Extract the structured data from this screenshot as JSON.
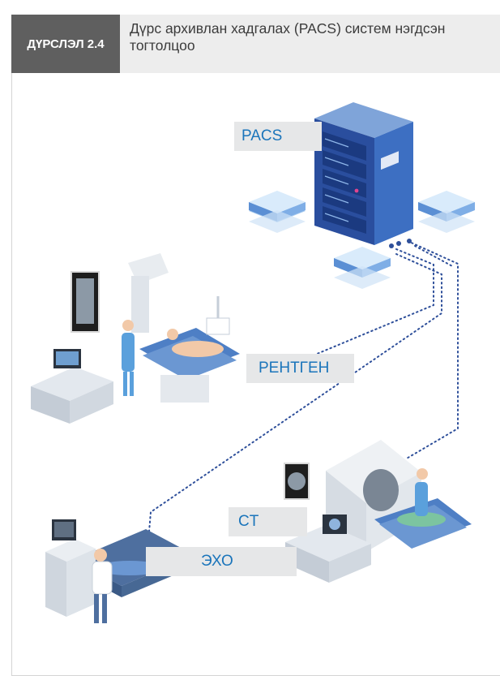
{
  "header": {
    "tag": "ДҮРСЛЭЛ 2.4",
    "title": "Дүрс архивлан хадгалах (PACS) систем нэгдсэн тогтолцоо"
  },
  "labels": {
    "pacs": "PACS",
    "xray": "РЕНТГЕН",
    "ct": "CT",
    "echo": "ЭХО"
  },
  "colors": {
    "label_text": "#1b75bb",
    "label_bg": "#e6e7e8",
    "tag_bg": "#5f5f5f",
    "header_bg": "#ededed",
    "server_blue": "#2a4e9e",
    "connector": "#2e4f9a"
  },
  "icons": [
    "pacs-server-icon",
    "network-node-icon",
    "xray-room-icon",
    "ct-scanner-icon",
    "ultrasound-room-icon"
  ]
}
